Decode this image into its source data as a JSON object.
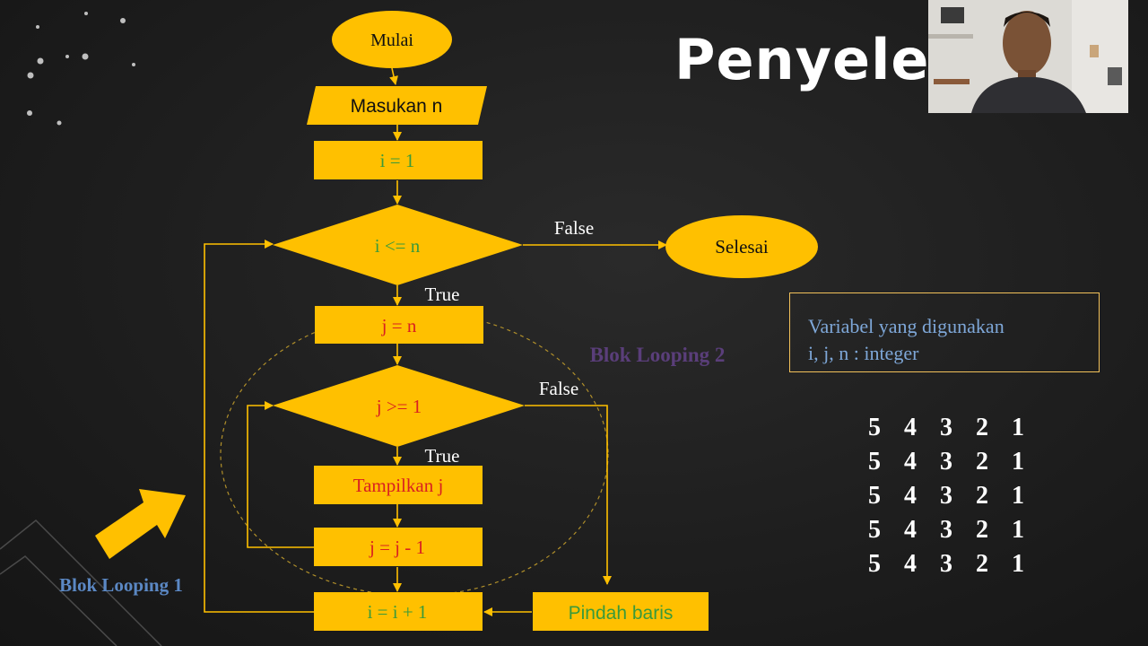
{
  "slide_title": "Penyelesa",
  "flowchart": {
    "start": "Mulai",
    "input": "Masukan n",
    "init_i": "i = 1",
    "cond_i": "i <= n",
    "false_label_outer": "False",
    "end": "Selesai",
    "true_label_outer": "True",
    "init_j": "j = n",
    "cond_j": "j >= 1",
    "false_label_inner": "False",
    "true_label_inner": "True",
    "display_j": "Tampilkan j",
    "decrement_j": "j = j - 1",
    "increment_i": "i = i + 1",
    "new_line": "Pindah baris",
    "loop2_label": "Blok Looping 2",
    "loop1_label": "Blok Looping 1"
  },
  "variables": {
    "line1": "Variabel yang digunakan",
    "line2": "i,  j,  n : integer"
  },
  "output_rows": [
    [
      "5",
      "4",
      "3",
      "2",
      "1"
    ],
    [
      "5",
      "4",
      "3",
      "2",
      "1"
    ],
    [
      "5",
      "4",
      "3",
      "2",
      "1"
    ],
    [
      "5",
      "4",
      "3",
      "2",
      "1"
    ],
    [
      "5",
      "4",
      "3",
      "2",
      "1"
    ]
  ],
  "colors": {
    "shape_fill": "#ffc000",
    "arrow_color": "#ffc000",
    "text_green": "#3a9a3a",
    "text_red": "#d92020",
    "loop2_label": "#5a3e7a",
    "loop1_label": "#5b88c4"
  }
}
